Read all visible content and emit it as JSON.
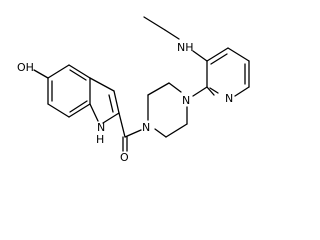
{
  "molecule": {
    "atoms": {
      "hydroxyl": "OH",
      "indole_nh": "H",
      "indole_n": "N",
      "carbonyl_o": "O",
      "piperazine_n1": "N",
      "piperazine_n2": "N",
      "pyridine_n": "N",
      "amine_nh": "NH"
    }
  }
}
